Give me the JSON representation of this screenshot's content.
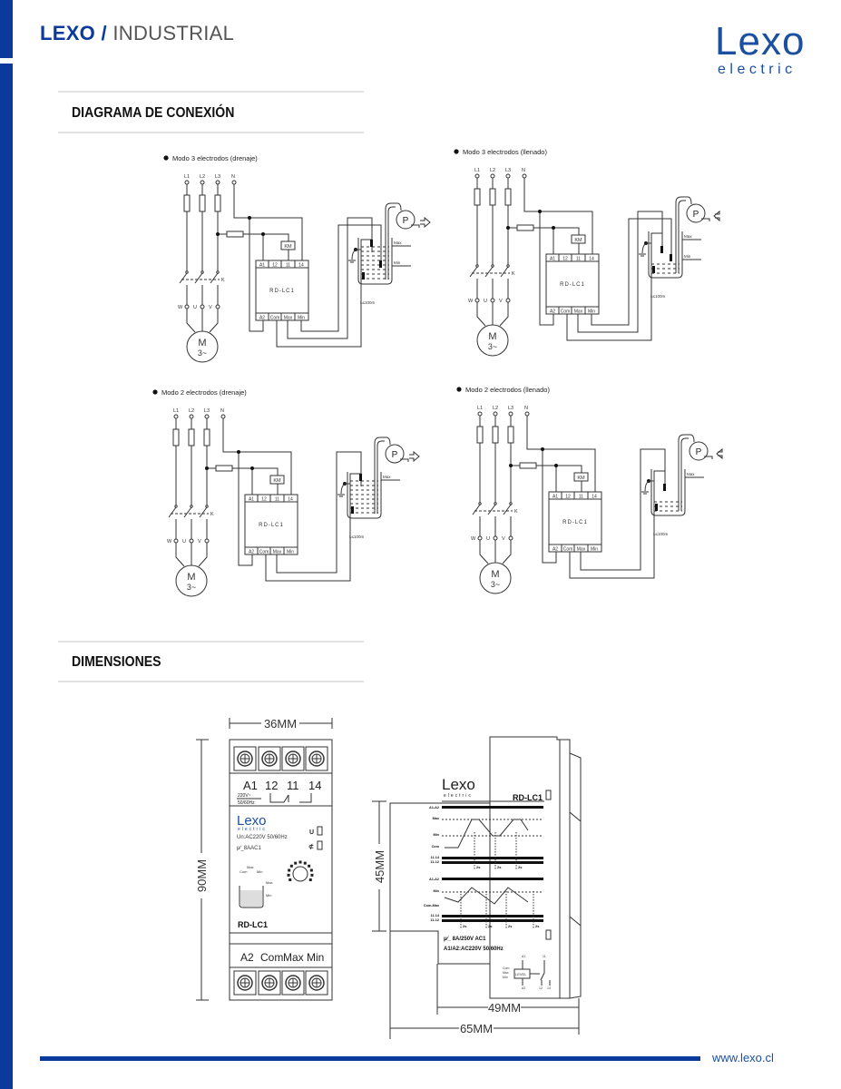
{
  "header": {
    "brand": "LEXO",
    "separator": "/",
    "division": "INDUSTRIAL"
  },
  "logo": {
    "name": "Lexo",
    "tagline": "electric"
  },
  "colors": {
    "brand_blue": "#0b3a9c",
    "logo_blue": "#1b4fa0"
  },
  "sections": {
    "connection": "DIAGRAMA DE CONEXIÓN",
    "dimensions": "DIMENSIONES"
  },
  "diagrams": [
    {
      "title": "Modo 3 electrodos (drenaje)",
      "electrodes": 3,
      "mode": "drain"
    },
    {
      "title": "Modo 3 electrodos (llenado)",
      "electrodes": 3,
      "mode": "fill"
    },
    {
      "title": "Modo 2 electrodos (drenaje)",
      "electrodes": 2,
      "mode": "drain"
    },
    {
      "title": "Modo 2 electrodos (llenado)",
      "electrodes": 2,
      "mode": "fill"
    }
  ],
  "diagram_labels": {
    "phases": [
      "L1",
      "L2",
      "L3",
      "N"
    ],
    "motor_terminals": [
      "W",
      "U",
      "V"
    ],
    "motor": "M",
    "motor_sub": "3~",
    "contactor": "K",
    "coil": "KM",
    "relay_top": [
      "A1",
      "12",
      "11",
      "14"
    ],
    "relay_bottom": [
      "A2",
      "Com",
      "Max",
      "Min"
    ],
    "relay_name": "RD-LC1",
    "pump": "P",
    "level_max": "Max",
    "level_min": "Min",
    "distance": "L≤100m"
  },
  "dimensions": {
    "width_front": "36MM",
    "height_front": "90MM",
    "height_label_area": "45MM",
    "depth_body": "49MM",
    "depth_total": "65MM",
    "front": {
      "top_terminals": [
        "A1",
        "12",
        "11",
        "14"
      ],
      "supply_a": "220V~",
      "supply_b": "50/60Hz",
      "logo": "Lexo",
      "logo_sub": "electric",
      "rating": "Un:AC220V 50/60Hz",
      "contact": "μ⁄_8AAC1",
      "led_u": "U",
      "led_relay": "⊄",
      "tank_labels": [
        "Com",
        "Max",
        "Min",
        "Max",
        "Min"
      ],
      "model": "RD-LC1",
      "bottom_terminals": [
        "A2",
        "Com",
        "Max",
        "Min"
      ]
    },
    "side": {
      "logo": "Lexo",
      "logo_sub": "electric",
      "model": "RD-LC1",
      "graph1_labels": [
        "A1-A2",
        "Max",
        "Min",
        "Com",
        "11-14",
        "11-12"
      ],
      "graph2_labels": [
        "A1-A2",
        "Min",
        "Com-Max",
        "11-14",
        "11-12"
      ],
      "delay": "2s",
      "contact": "μ⁄_ 8A/250V  AC1",
      "supply": "A1/A2:AC220V 50/60Hz",
      "schematic_labels": [
        "Com",
        "Max",
        "Min",
        "LEVEL",
        "A1",
        "A2",
        "11",
        "12",
        "14"
      ]
    }
  },
  "footer": {
    "url": "www.lexo.cl"
  }
}
